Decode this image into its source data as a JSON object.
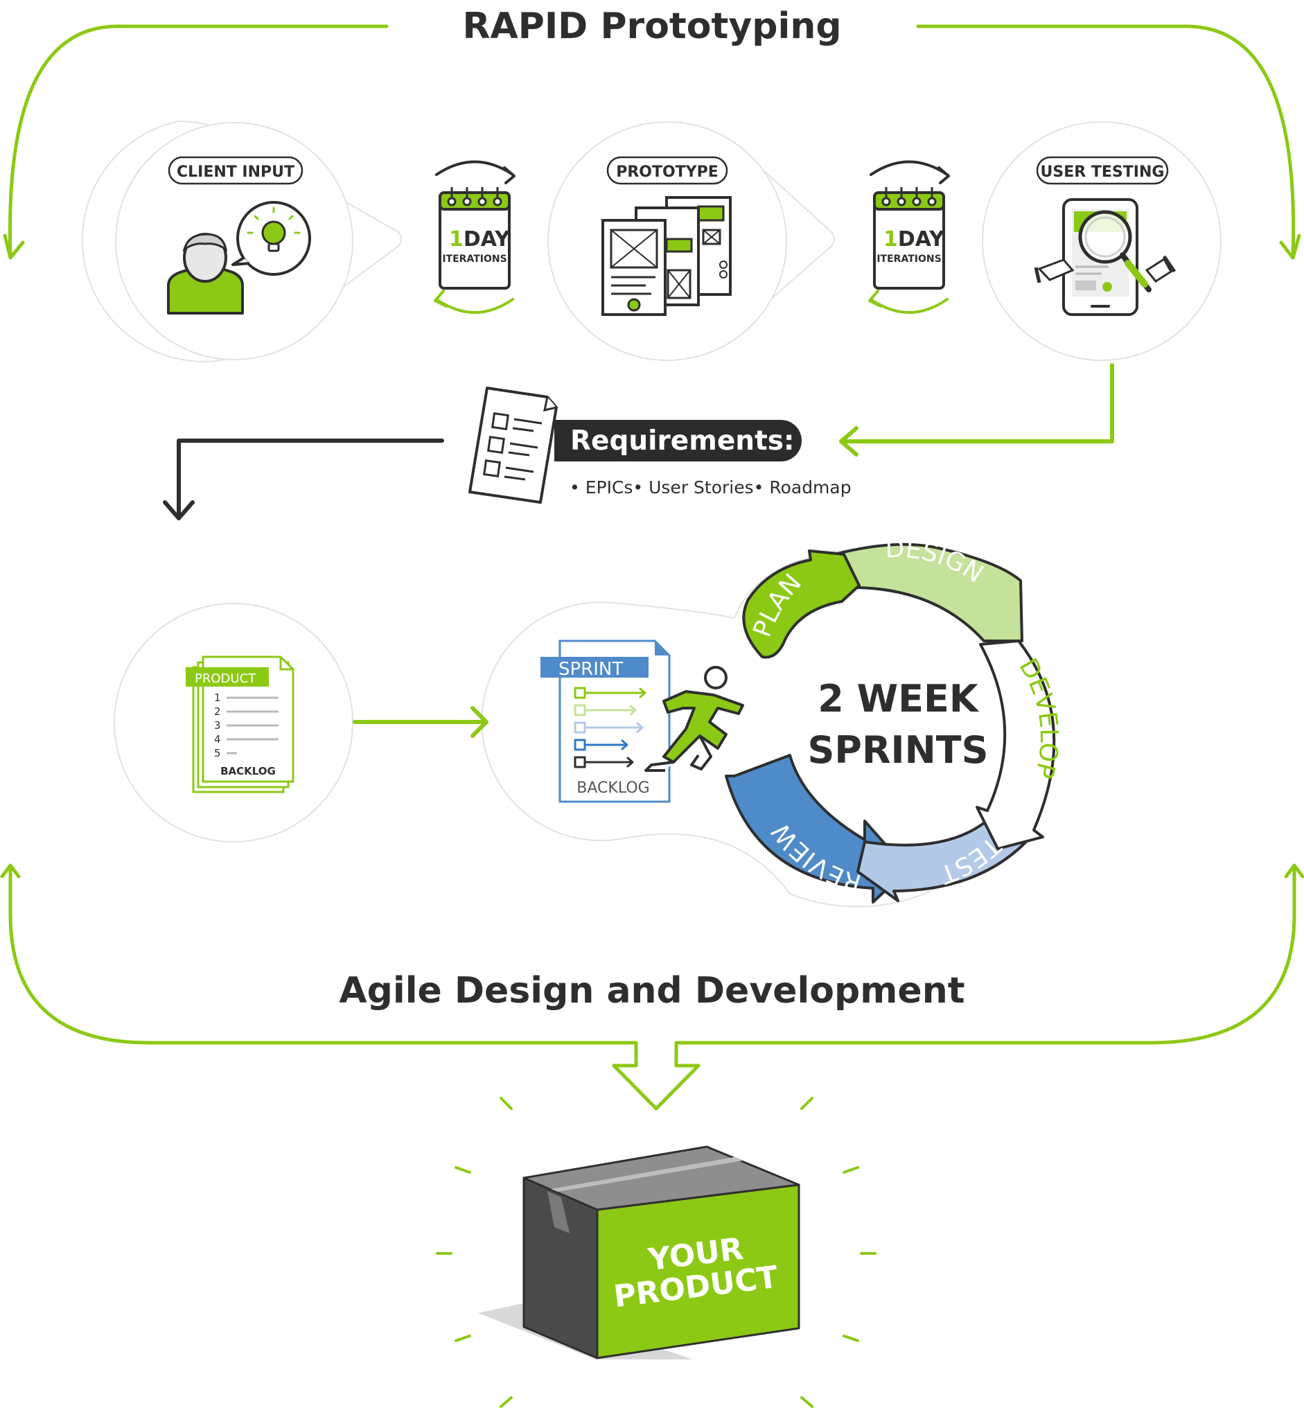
{
  "title_top": "RAPID Prototyping",
  "title_bottom": "Agile Design and Development",
  "colors": {
    "accent_green": "#8cc914",
    "light_green": "#c5e29a",
    "blue": "#4f8ac9",
    "light_blue": "#b3c9e8",
    "dark": "#2e2e2e",
    "circle_stroke": "#dddddd",
    "box_dark": "#505050",
    "box_top": "#8e8e8e"
  },
  "stages": [
    {
      "label": "CLIENT INPUT",
      "icon": "client-idea-icon"
    },
    {
      "label": "PROTOTYPE",
      "icon": "wireframes-icon"
    },
    {
      "label": "USER TESTING",
      "icon": "user-testing-icon"
    }
  ],
  "iterations": [
    {
      "number": "1",
      "unit": "DAY",
      "caption": "ITERATIONS"
    },
    {
      "number": "1",
      "unit": "DAY",
      "caption": "ITERATIONS"
    }
  ],
  "requirements": {
    "title": "Requirements:",
    "items": "• EPICs• User Stories• Roadmap"
  },
  "product_backlog": {
    "header": "PRODUCT",
    "numbers": [
      "1",
      "2",
      "3",
      "4",
      "5"
    ],
    "footer": "BACKLOG"
  },
  "sprint_backlog": {
    "header": "SPRINT",
    "footer": "BACKLOG"
  },
  "cycle": {
    "center_line1": "2 WEEK",
    "center_line2": "SPRINTS",
    "phases": [
      "PLAN",
      "DESIGN",
      "DEVELOP",
      "TEST",
      "REVIEW"
    ]
  },
  "product_box": {
    "line1": "YOUR",
    "line2": "PRODUCT"
  }
}
